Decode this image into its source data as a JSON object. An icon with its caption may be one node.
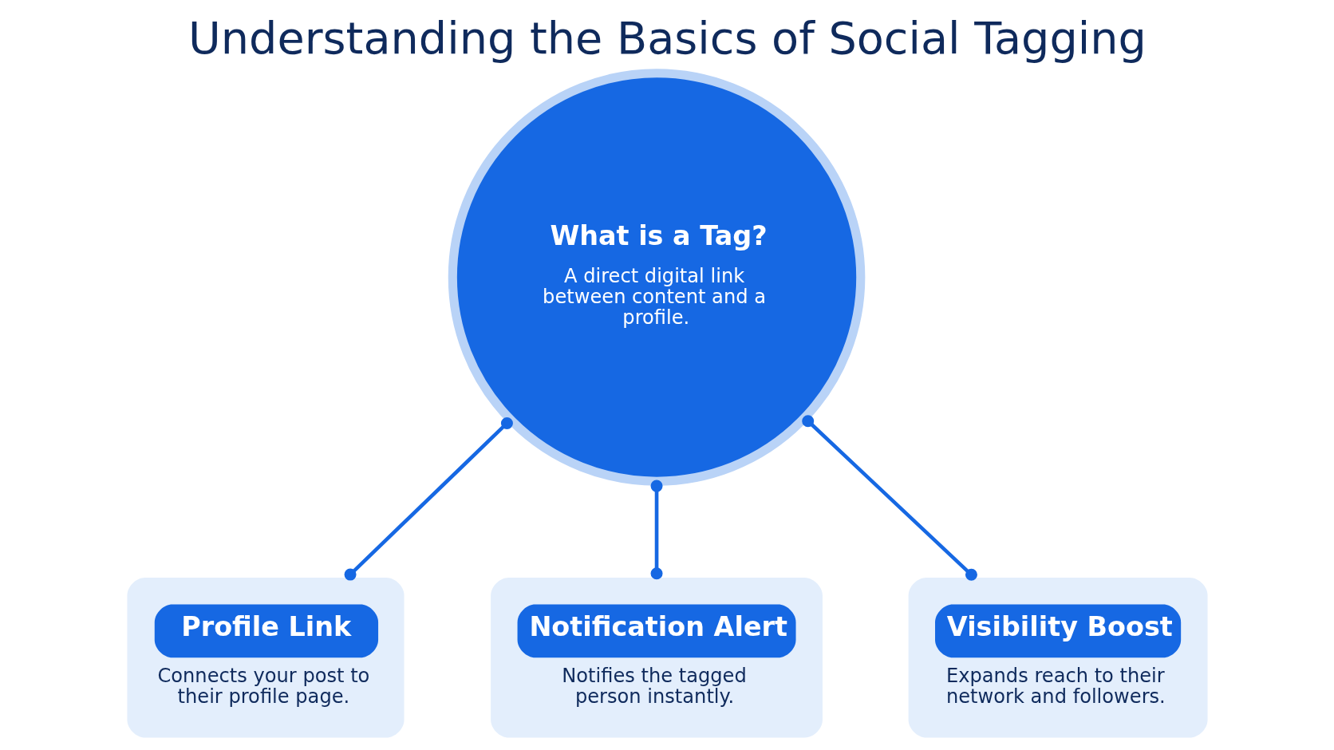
{
  "diagram": {
    "title": "Understanding the Basics of Social Tagging",
    "nodes": [
      {
        "text": [
          "What is a Tag?",
          "A direct digital link between content and a profile."
        ]
      },
      {
        "text": [
          "Profile Link",
          "Connects your post to their profile page."
        ]
      },
      {
        "text": [
          "Notification Alert",
          "Notifies the tagged person instantly."
        ]
      },
      {
        "text": [
          "Visibility Boost",
          "Expands reach to their network and followers."
        ]
      }
    ],
    "edges": [
      {
        "from": 0,
        "to": 1,
        "arrow": "other"
      },
      {
        "from": 0,
        "to": 2,
        "arrow": "other"
      },
      {
        "from": 0,
        "to": 3,
        "arrow": "other"
      }
    ]
  }
}
